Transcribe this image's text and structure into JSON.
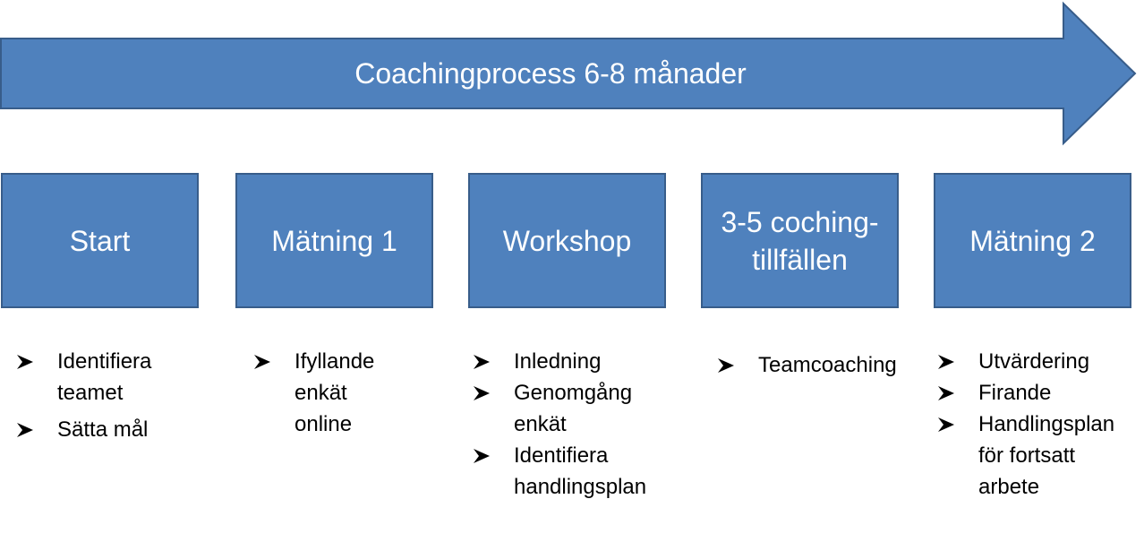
{
  "arrow": {
    "label": "Coachingprocess 6-8 månader",
    "fill": "#4f81bd",
    "stroke": "#385d8a"
  },
  "phases": [
    {
      "title": "Start",
      "bullets": [
        "Identifiera teamet",
        "Sätta mål"
      ]
    },
    {
      "title": "Mätning 1",
      "bullets": [
        "Ifyllande enkät online"
      ]
    },
    {
      "title": "Workshop",
      "bullets": [
        "Inledning",
        "Genomgång enkät",
        "Identifiera handlingsplan"
      ]
    },
    {
      "title": "3-5 coching-tillfällen",
      "bullets": [
        "Teamcoaching"
      ]
    },
    {
      "title": "Mätning 2",
      "bullets": [
        "Utvärdering",
        "Firande",
        "Handlingsplan för fortsatt arbete"
      ]
    }
  ],
  "bullet_icon": "arrowhead-bullet-icon",
  "colors": {
    "box_fill": "#4f81bd",
    "box_border": "#385d8a",
    "text_on_box": "#ffffff",
    "bullet_text": "#000000"
  }
}
